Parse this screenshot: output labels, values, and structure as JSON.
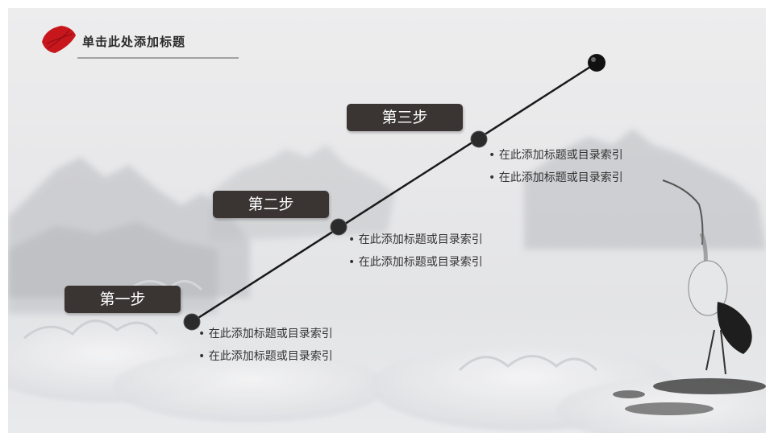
{
  "slide": {
    "title": "单击此处添加标题"
  },
  "steps": [
    {
      "label": "第一步",
      "bullets": [
        "在此添加标题或目录索引",
        "在此添加标题或目录索引"
      ]
    },
    {
      "label": "第二步",
      "bullets": [
        "在此添加标题或目录索引",
        "在此添加标题或目录索引"
      ]
    },
    {
      "label": "第三步",
      "bullets": [
        "在此添加标题或目录索引",
        "在此添加标题或目录索引"
      ]
    }
  ],
  "colors": {
    "label_bg": "#3a3432",
    "line": "#1a1a1a",
    "node": "#2b2b2b",
    "umbrella": "#c8161d"
  },
  "icons": [
    "umbrella-icon",
    "crane-illustration",
    "mountains-illustration",
    "clouds-illustration",
    "bullet-dot-icon"
  ]
}
